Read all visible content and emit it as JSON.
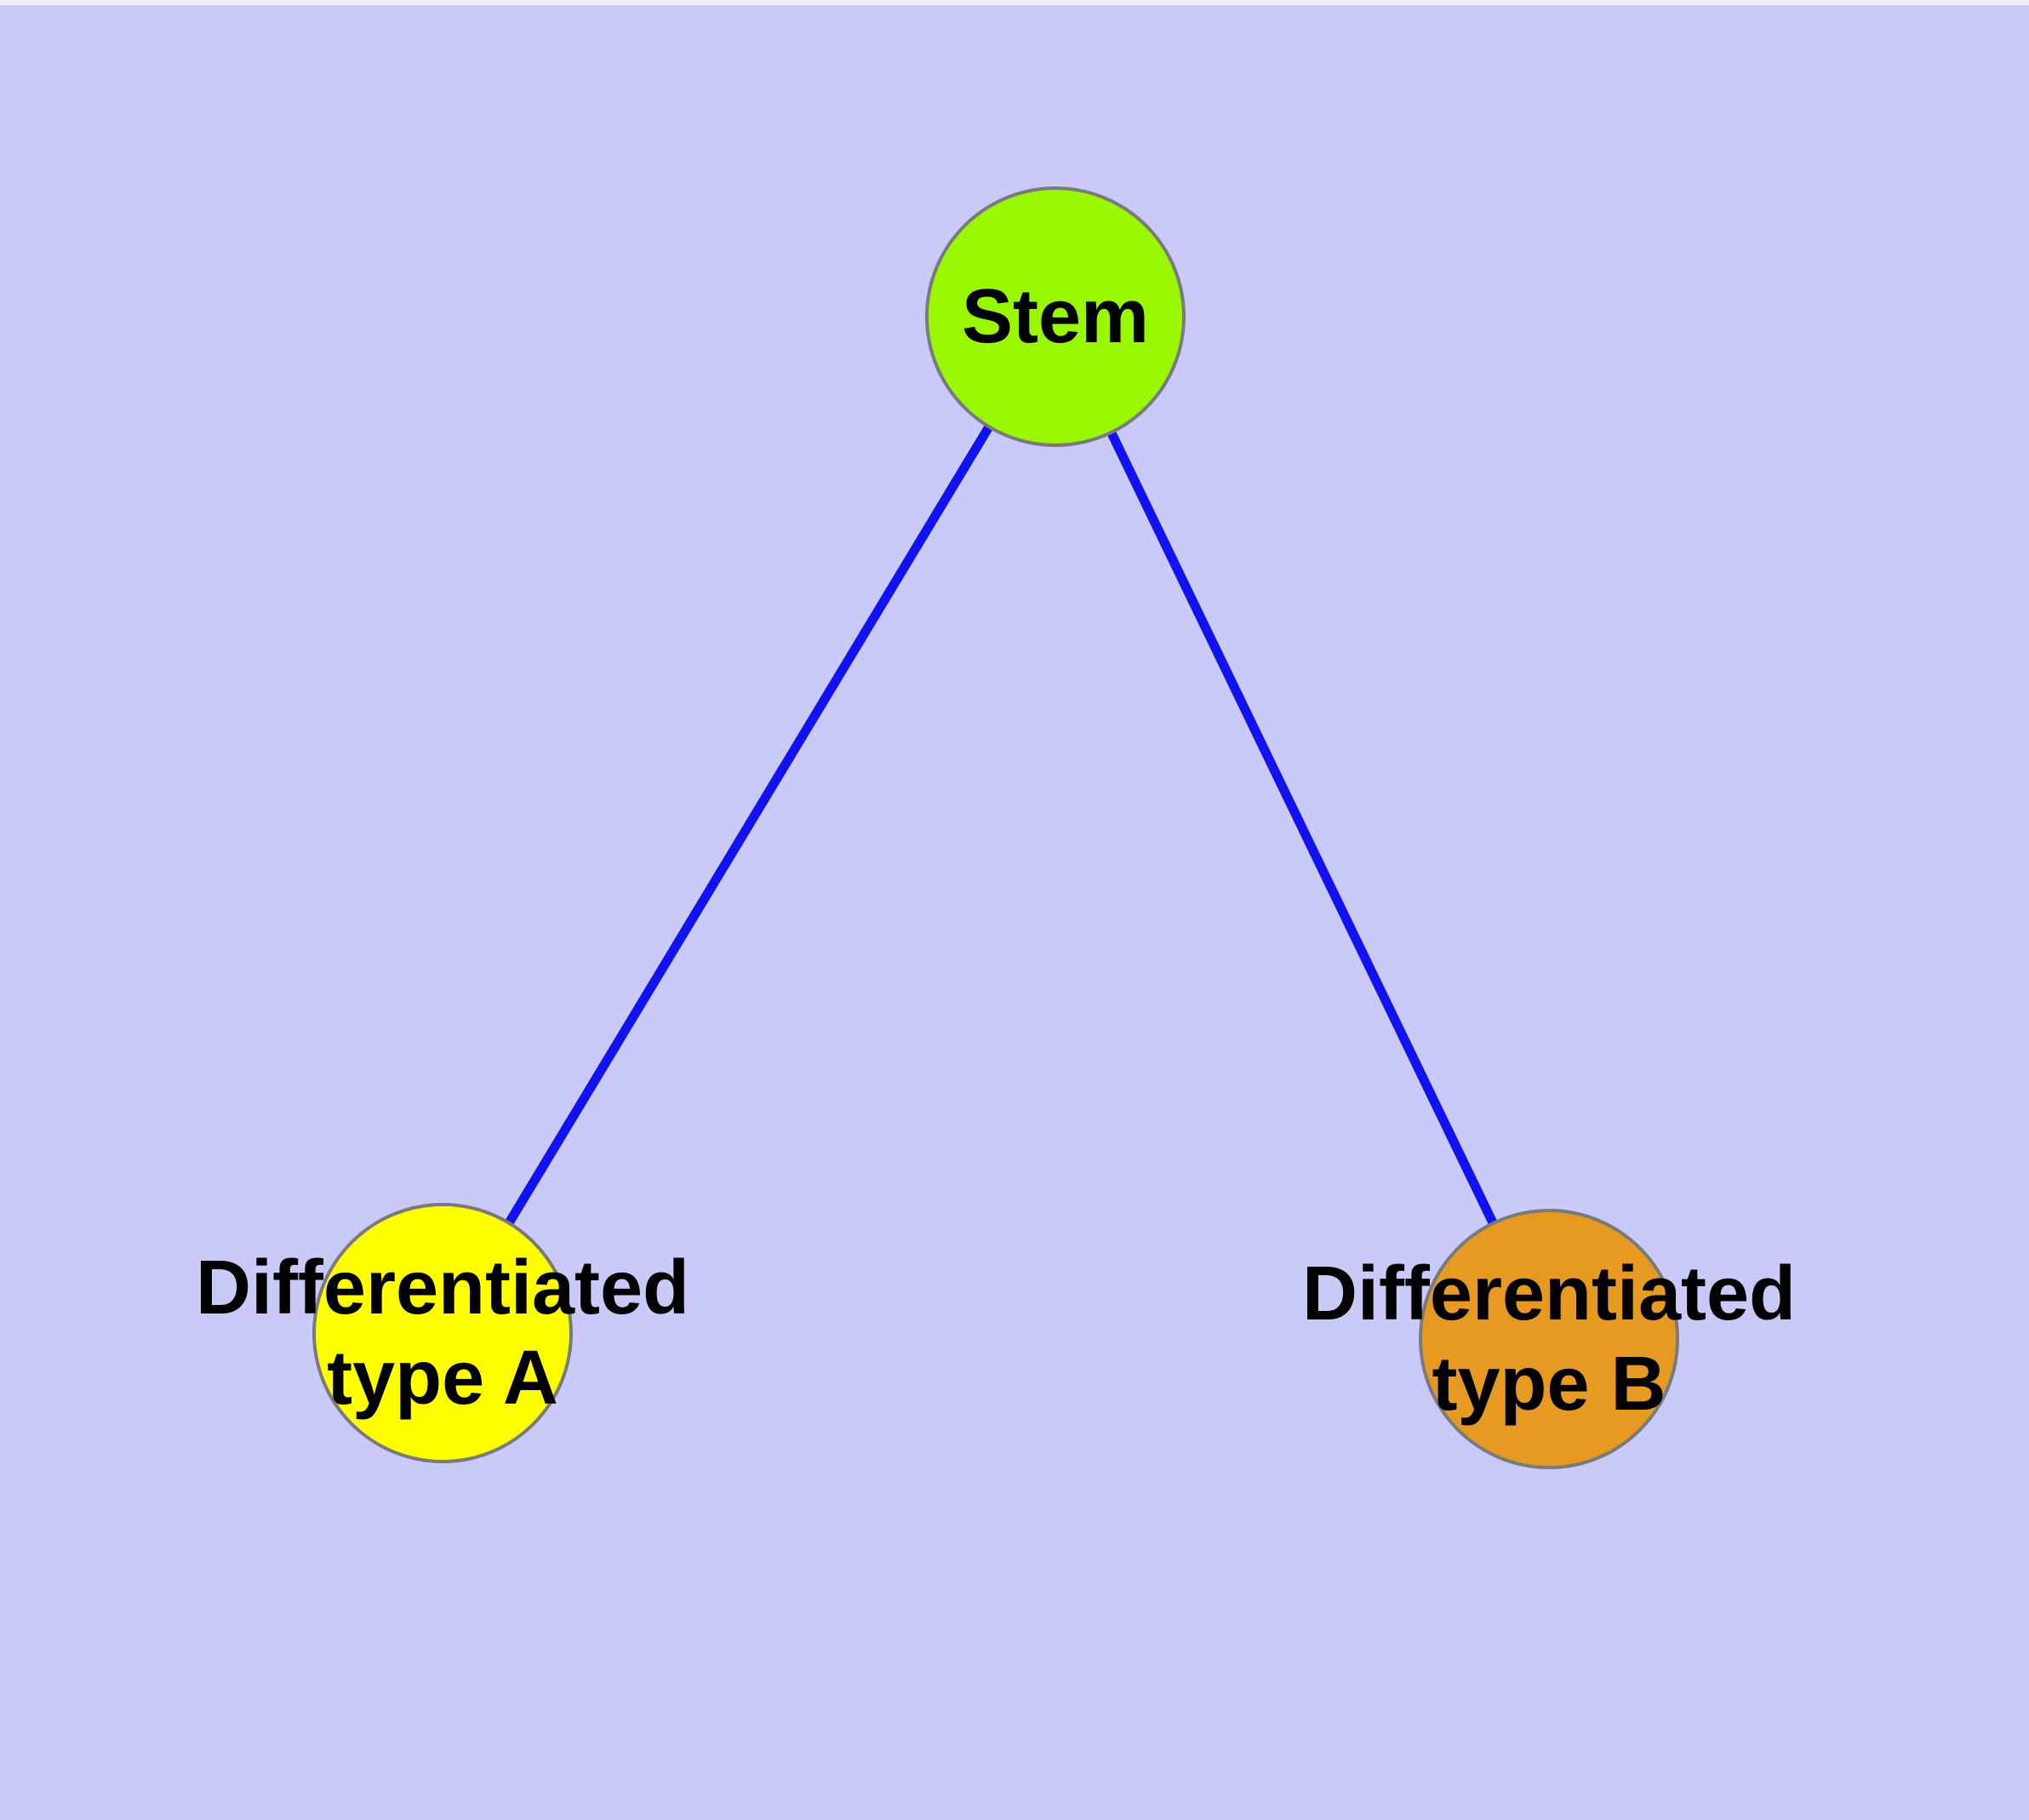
{
  "diagram": {
    "type": "node-link-graph",
    "background_color": "#CACAF8",
    "top_strip_color": "#EEEEFB",
    "edge_color": "#1212F0",
    "node_border_color": "#7A7A7A",
    "label_color": "#000000",
    "nodes": [
      {
        "id": "stem",
        "label": "Stem",
        "label_lines": [
          "Stem"
        ],
        "fill": "#9AF702"
      },
      {
        "id": "differentiated-type-a",
        "label": "Differentiated type A",
        "label_lines": [
          "Differentiated",
          "type A"
        ],
        "fill": "#FFFF00"
      },
      {
        "id": "differentiated-type-b",
        "label": "Differentiated type B",
        "label_lines": [
          "Differentiated",
          "type B"
        ],
        "fill": "#E69A22"
      }
    ],
    "edges": [
      {
        "from": "Stem",
        "to": "Differentiated type A"
      },
      {
        "from": "Stem",
        "to": "Differentiated type B"
      }
    ]
  }
}
